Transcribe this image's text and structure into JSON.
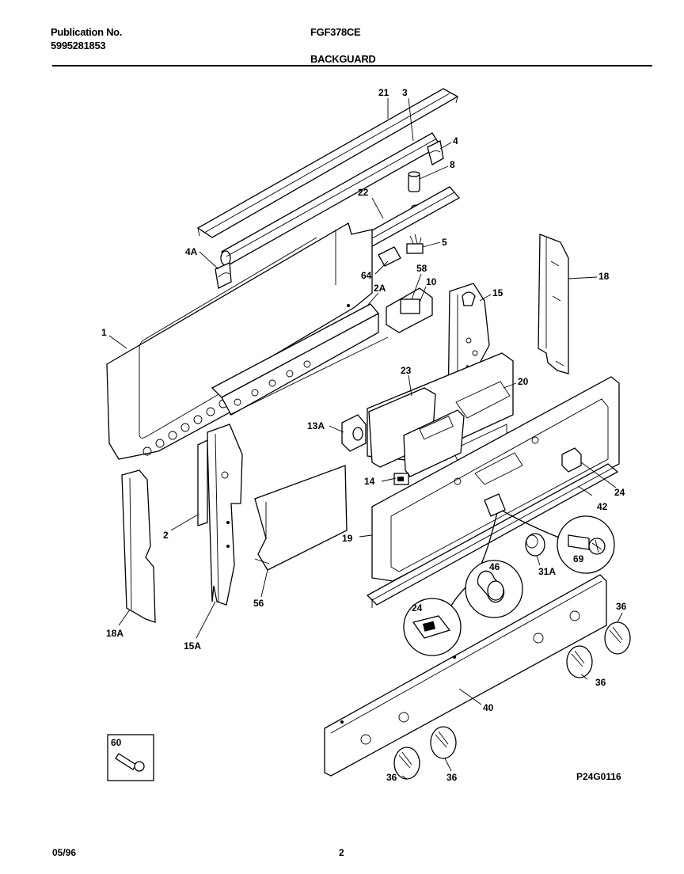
{
  "header": {
    "publication_label": "Publication No.",
    "publication_number": "5995281853",
    "model": "FGF378CE",
    "section": "BACKGUARD"
  },
  "footer": {
    "date": "05/96",
    "page": "2",
    "drawing_code": "P24G0116"
  },
  "callouts": {
    "c1": "1",
    "c2": "2",
    "c2A": "2A",
    "c3": "3",
    "c4": "4",
    "c4A": "4A",
    "c5": "5",
    "c8": "8",
    "c10": "10",
    "c13A": "13A",
    "c14": "14",
    "c15": "15",
    "c15A": "15A",
    "c18": "18",
    "c18A": "18A",
    "c19": "19",
    "c20": "20",
    "c21": "21",
    "c22": "22",
    "c23": "23",
    "c24a": "24",
    "c24b": "24",
    "c31A": "31A",
    "c36a": "36",
    "c36b": "36",
    "c36c": "36",
    "c36d": "36",
    "c40": "40",
    "c42": "42",
    "c46": "46",
    "c56": "56",
    "c58": "58",
    "c60": "60",
    "c64": "64",
    "c69": "69"
  }
}
